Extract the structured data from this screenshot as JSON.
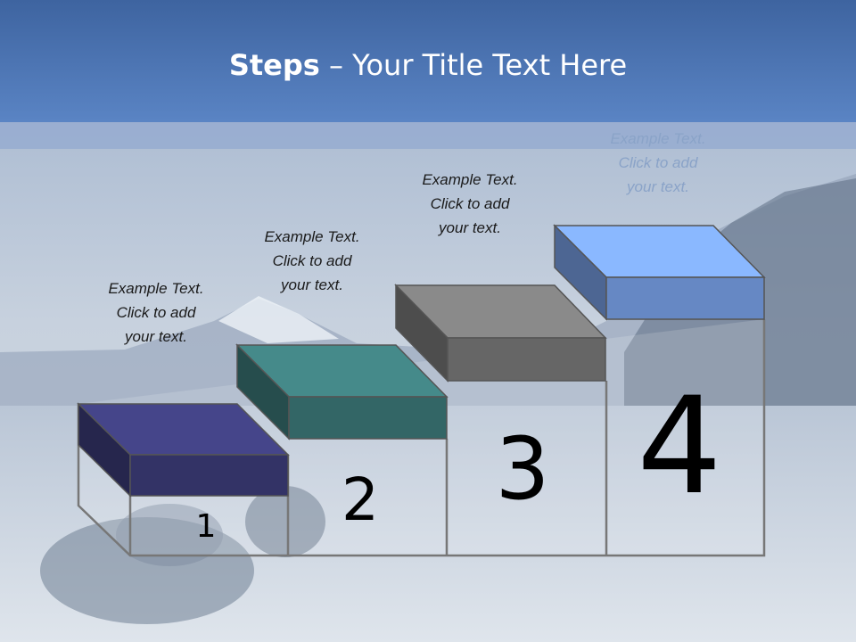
{
  "title": {
    "bold": "Steps",
    "rest": " – Your Title Text Here"
  },
  "steps": [
    {
      "number": "1",
      "color": "#333366",
      "caption": [
        "Example Text.",
        "Click  to add",
        "your text."
      ]
    },
    {
      "number": "2",
      "color": "#336666",
      "caption": [
        "Example Text.",
        "Click  to add",
        "your text."
      ]
    },
    {
      "number": "3",
      "color": "#666666",
      "caption": [
        "Example Text.",
        "Click  to add",
        "your text."
      ]
    },
    {
      "number": "4",
      "color": "#6688c4",
      "caption": [
        "Example Text.",
        "Click  to add",
        "your text."
      ]
    }
  ]
}
